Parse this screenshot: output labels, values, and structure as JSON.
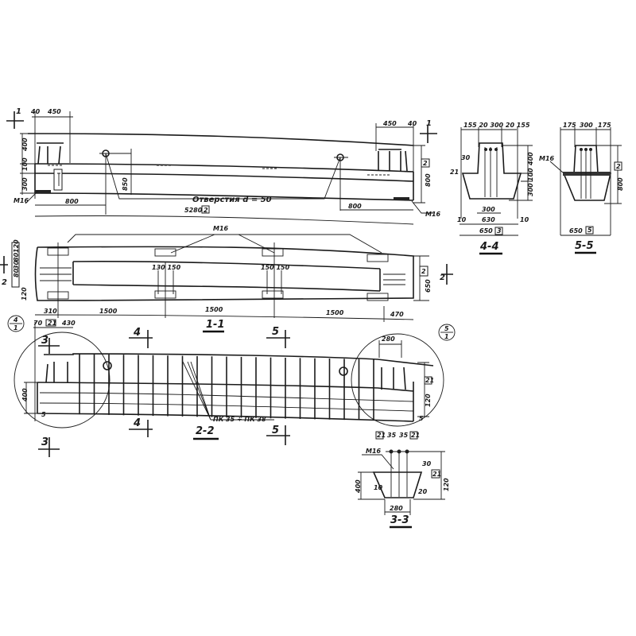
{
  "view_1": {
    "section_mark": "1",
    "dim_40_left": "40",
    "dim_450_left": "450",
    "dim_400": "400",
    "dim_100": "100",
    "dim_300": "300",
    "anchor_left": "M16",
    "dim_800_left": "800",
    "holes_note": "Отверстия d = 50",
    "length": "5280",
    "length_ref": "2",
    "dim_850": "850",
    "dim_800_right": "800",
    "anchor_right": "M16",
    "dim_450_right": "450",
    "dim_40_right": "40",
    "section_mark_right": "1",
    "height_right": "800",
    "height_ref": "2"
  },
  "view_1_1": {
    "title": "1-1",
    "anchor_label": "M16",
    "section_mark": "2",
    "dims_mid_left": "130  150",
    "dims_mid_right": "150  150",
    "width_right": "650",
    "width_ref": "2",
    "left_dims": [
      "120",
      "80",
      "30",
      "80",
      "120"
    ],
    "bottom_dims": [
      "310",
      "1500",
      "1500",
      "1500",
      "470"
    ]
  },
  "view_2_2": {
    "title": "2-2",
    "callout_left": {
      "top": "4",
      "bottom": "1"
    },
    "callout_right": {
      "top": "5",
      "bottom": "1"
    },
    "dim_70": "70",
    "ref_21": "21",
    "dim_430": "430",
    "section_3": "3",
    "section_4": "4",
    "section_5": "5",
    "dim_400": "400",
    "dim_5_left": "5",
    "dim_5_right": "5",
    "dim_280": "280",
    "height_120": "120",
    "height_ref": "21",
    "frames_note": "ПК 35 ÷ ПК 38"
  },
  "section_4_4": {
    "title": "4-4",
    "top_dims": "155 20 300 20 155",
    "dim_30": "30",
    "dim_21": "21",
    "heights": [
      "400",
      "100",
      "300"
    ],
    "dim_300": "300",
    "dim_10_left": "10",
    "dim_630": "630",
    "dim_10_right": "10",
    "width": "650",
    "width_ref": "3"
  },
  "section_5_5": {
    "title": "5-5",
    "top_dims": [
      "175",
      "300",
      "175"
    ],
    "anchor_label": "M16",
    "height": "800",
    "height_ref": "2",
    "width": "650",
    "width_ref": "5"
  },
  "section_3_3": {
    "title": "3-3",
    "top_dims": [
      "21",
      "35",
      "35",
      "21"
    ],
    "anchor_label": "M16",
    "dim_30": "30",
    "dim_400": "400",
    "dim_10": "10",
    "dim_20": "20",
    "height": "120",
    "height_ref": "21",
    "width": "280"
  }
}
